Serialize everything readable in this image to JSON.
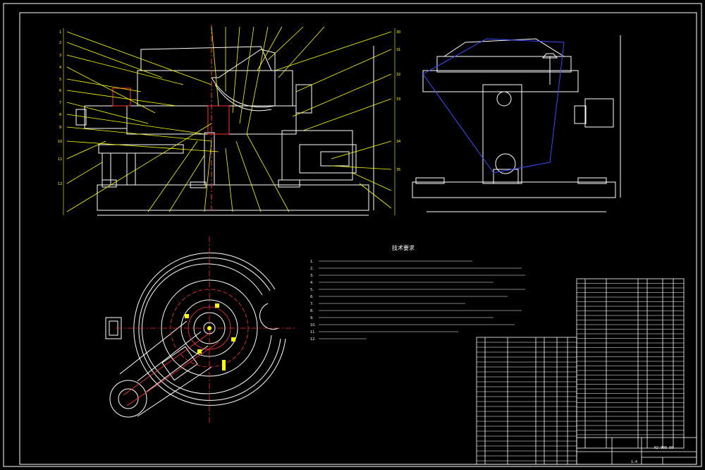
{
  "drawing": {
    "background": "#000000",
    "colors": {
      "frame": "#ffffff",
      "leader": "#ffff00",
      "part": "#ffffff",
      "hidden": "#ff3333",
      "accent": "#3a4bff",
      "dim": "#ffffff"
    }
  },
  "tech_requirements": {
    "title": "技术要求",
    "items": [
      "1.",
      "2.",
      "3.",
      "4.",
      "5.",
      "6.",
      "7.",
      "8.",
      "9.",
      "10.",
      "11.",
      "12."
    ]
  },
  "title_block": {
    "drawing_number": "HJ-000-00",
    "scale": "1:4"
  }
}
